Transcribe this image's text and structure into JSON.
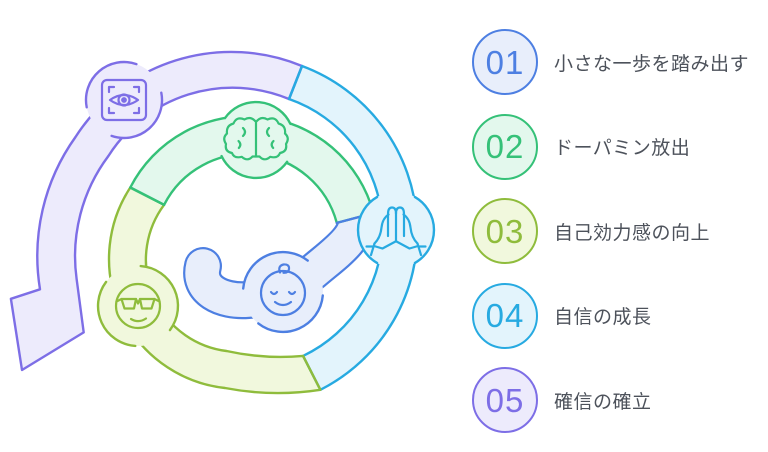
{
  "diagram": {
    "type": "spiral-cycle-infographic",
    "flow": "center-outward-counterclockwise-ending-in-arrow",
    "steps": [
      {
        "num": "01",
        "label": "小さな一歩を踏み出す",
        "icon": "baby-face-icon",
        "color": "#4d7fe2",
        "fill": "#e8eefb"
      },
      {
        "num": "02",
        "label": "ドーパミン放出",
        "icon": "brain-icon",
        "color": "#35c178",
        "fill": "#e3f8ed"
      },
      {
        "num": "03",
        "label": "自己効力感の向上",
        "icon": "cool-face-sunglasses-icon",
        "color": "#8fbc3c",
        "fill": "#f1f8dd"
      },
      {
        "num": "04",
        "label": "自信の成長",
        "icon": "praying-hands-icon",
        "color": "#27aae1",
        "fill": "#e3f4fc"
      },
      {
        "num": "05",
        "label": "確信の確立",
        "icon": "eye-focus-icon",
        "color": "#7d6ee6",
        "fill": "#edebfc"
      }
    ]
  },
  "palette": {
    "c1": "#4d7fe2",
    "l1": "#e8eefb",
    "c2": "#35c178",
    "l2": "#e3f8ed",
    "c3": "#8fbc3c",
    "l3": "#f1f8dd",
    "c4": "#27aae1",
    "l4": "#e3f4fc",
    "c5": "#7d6ee6",
    "l5": "#edebfc",
    "text": "#4d525b",
    "bg": "#ffffff"
  }
}
